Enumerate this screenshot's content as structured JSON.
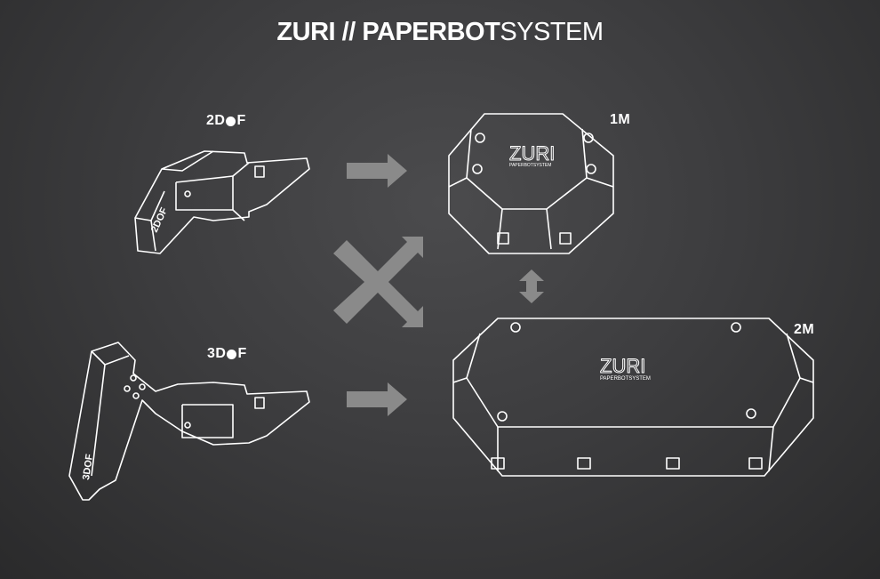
{
  "title": {
    "brand": "ZURI",
    "separator": " // ",
    "bold": "PAPERBOT",
    "light": "SYSTEM"
  },
  "modules": [
    {
      "label_prefix": "2D",
      "label_suffix": "F",
      "side_text": "2DOF"
    },
    {
      "label_prefix": "3D",
      "label_suffix": "F",
      "side_text": "3DOF"
    }
  ],
  "bases": [
    {
      "label": "1M",
      "logo": "ZURI",
      "sublogo": "PAPERBOTSYSTEM"
    },
    {
      "label": "2M",
      "logo": "ZURI",
      "sublogo": "PAPERBOTSYSTEM"
    }
  ],
  "colors": {
    "arrow": "#8a8a8a",
    "line": "#ffffff"
  }
}
